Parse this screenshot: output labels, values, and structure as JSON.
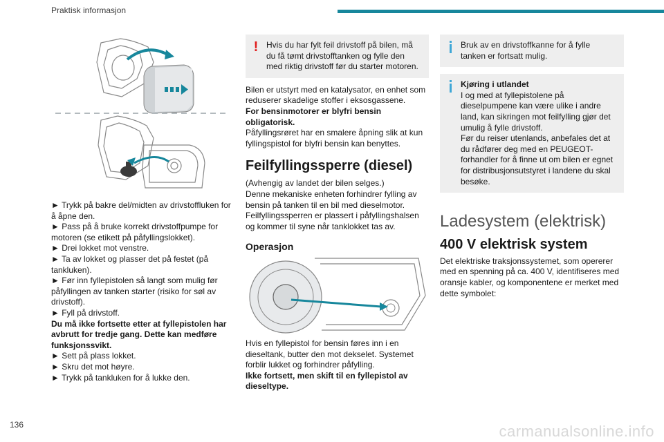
{
  "header": {
    "title": "Praktisk informasjon",
    "accent_color": "#17879c"
  },
  "page_number": "136",
  "watermark": "carmanualsonline.info",
  "col1": {
    "steps": [
      "► Trykk på bakre del/midten av drivstoffluken for å åpne den.",
      "► Pass på å bruke korrekt drivstoffpumpe for motoren (se etikett på påfyllingslokket).",
      "► Drei lokket mot venstre.",
      "► Ta av lokket og plasser det på festet (på tankluken).",
      "► Før inn fyllepistolen så langt som mulig før påfyllingen av tanken starter (risiko for søl av drivstoff).",
      "► Fyll på drivstoff."
    ],
    "warning_bold": "Du må ikke fortsette etter at fyllepistolen har avbrutt for tredje gang. Dette kan medføre funksjonssvikt.",
    "steps2": [
      "► Sett på plass lokket.",
      "► Skru det mot høyre.",
      "► Trykk på tankluken for å lukke den."
    ]
  },
  "col2": {
    "warning_note": "Hvis du har fylt feil drivstoff på bilen, må du få tømt drivstofftanken og fylle den med riktig drivstoff før du starter motoren.",
    "para1": "Bilen er utstyrt med en katalysator, en enhet som reduserer skadelige stoffer i eksosgassene.",
    "para1_bold": "For bensinmotorer er blyfri bensin obligatorisk.",
    "para2": "Påfyllingsrøret har en smalere åpning slik at kun fyllingspistol for blyfri bensin kan benyttes.",
    "heading": "Feilfyllingssperre (diesel)",
    "para3": "(Avhengig av landet der bilen selges.)\nDenne mekaniske enheten forhindrer fylling av bensin på tanken til en bil med dieselmotor.\nFeilfyllingssperren er plassert i påfyllingshalsen og kommer til syne når tanklokket tas av.",
    "subheading": "Operasjon",
    "para4": "Hvis en fyllepistol for bensin føres inn i en dieseltank, butter den mot dekselet. Systemet forblir lukket og forhindrer påfylling.",
    "para4_bold": "Ikke fortsett, men skift til en fyllepistol av dieseltype."
  },
  "col3": {
    "info1": "Bruk av en drivstoffkanne for å fylle tanken er fortsatt mulig.",
    "info2_title": "Kjøring i utlandet",
    "info2_text": "I og med at fyllepistolene på dieselpumpene kan være ulike i andre land, kan sikringen mot feilfylling gjør det umulig å fylle drivstoff.\nFør du reiser utenlands, anbefales det at du rådfører deg med en PEUGEOT-forhandler for å finne ut om bilen er egnet for distribusjonsutstyret i landene du skal besøke.",
    "section_title": "Ladesystem (elektrisk)",
    "heading": "400 V elektrisk system",
    "para": "Det elektriske traksjonssystemet, som opererer med en spenning på ca. 400 V, identifiseres med oransje kabler, og komponentene er merket med dette symbolet:"
  }
}
